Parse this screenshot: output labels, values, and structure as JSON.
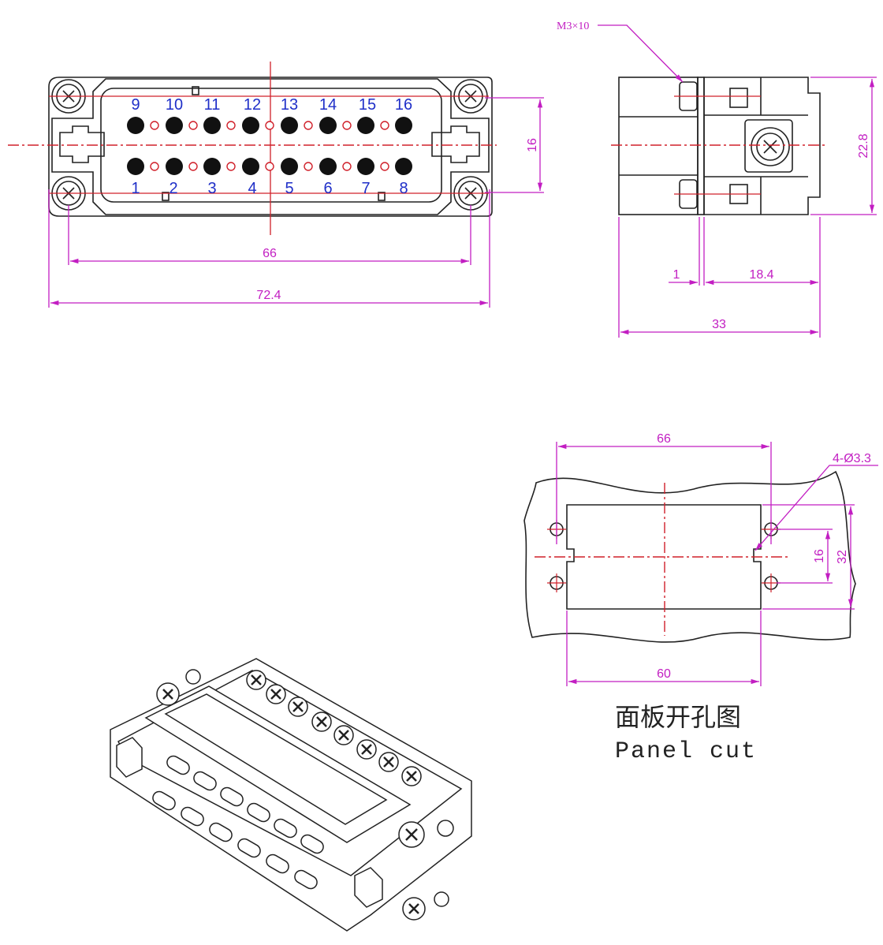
{
  "front_view": {
    "pins_top": [
      "9",
      "10",
      "11",
      "12",
      "13",
      "14",
      "15",
      "16"
    ],
    "pins_bottom": [
      "1",
      "2",
      "3",
      "4",
      "5",
      "6",
      "7",
      "8"
    ],
    "dim_height": "16",
    "dim_hole_spacing": "66",
    "dim_overall_width": "72.4"
  },
  "side_view": {
    "screw_label": "M3×10",
    "dim_height": "22.8",
    "dim_1": "1",
    "dim_18_4": "18.4",
    "dim_33": "33"
  },
  "panel_cut": {
    "dim_top": "66",
    "dim_holes": "4-Ø3.3",
    "dim_16": "16",
    "dim_32": "32",
    "dim_bottom": "60",
    "caption_cn": "面板开孔图",
    "caption_en": "Panel cut"
  },
  "colors": {
    "dimension": "#c21ec2",
    "pin_number": "#1f2fc8",
    "centerline": "#d0202a",
    "outline": "#222222"
  }
}
